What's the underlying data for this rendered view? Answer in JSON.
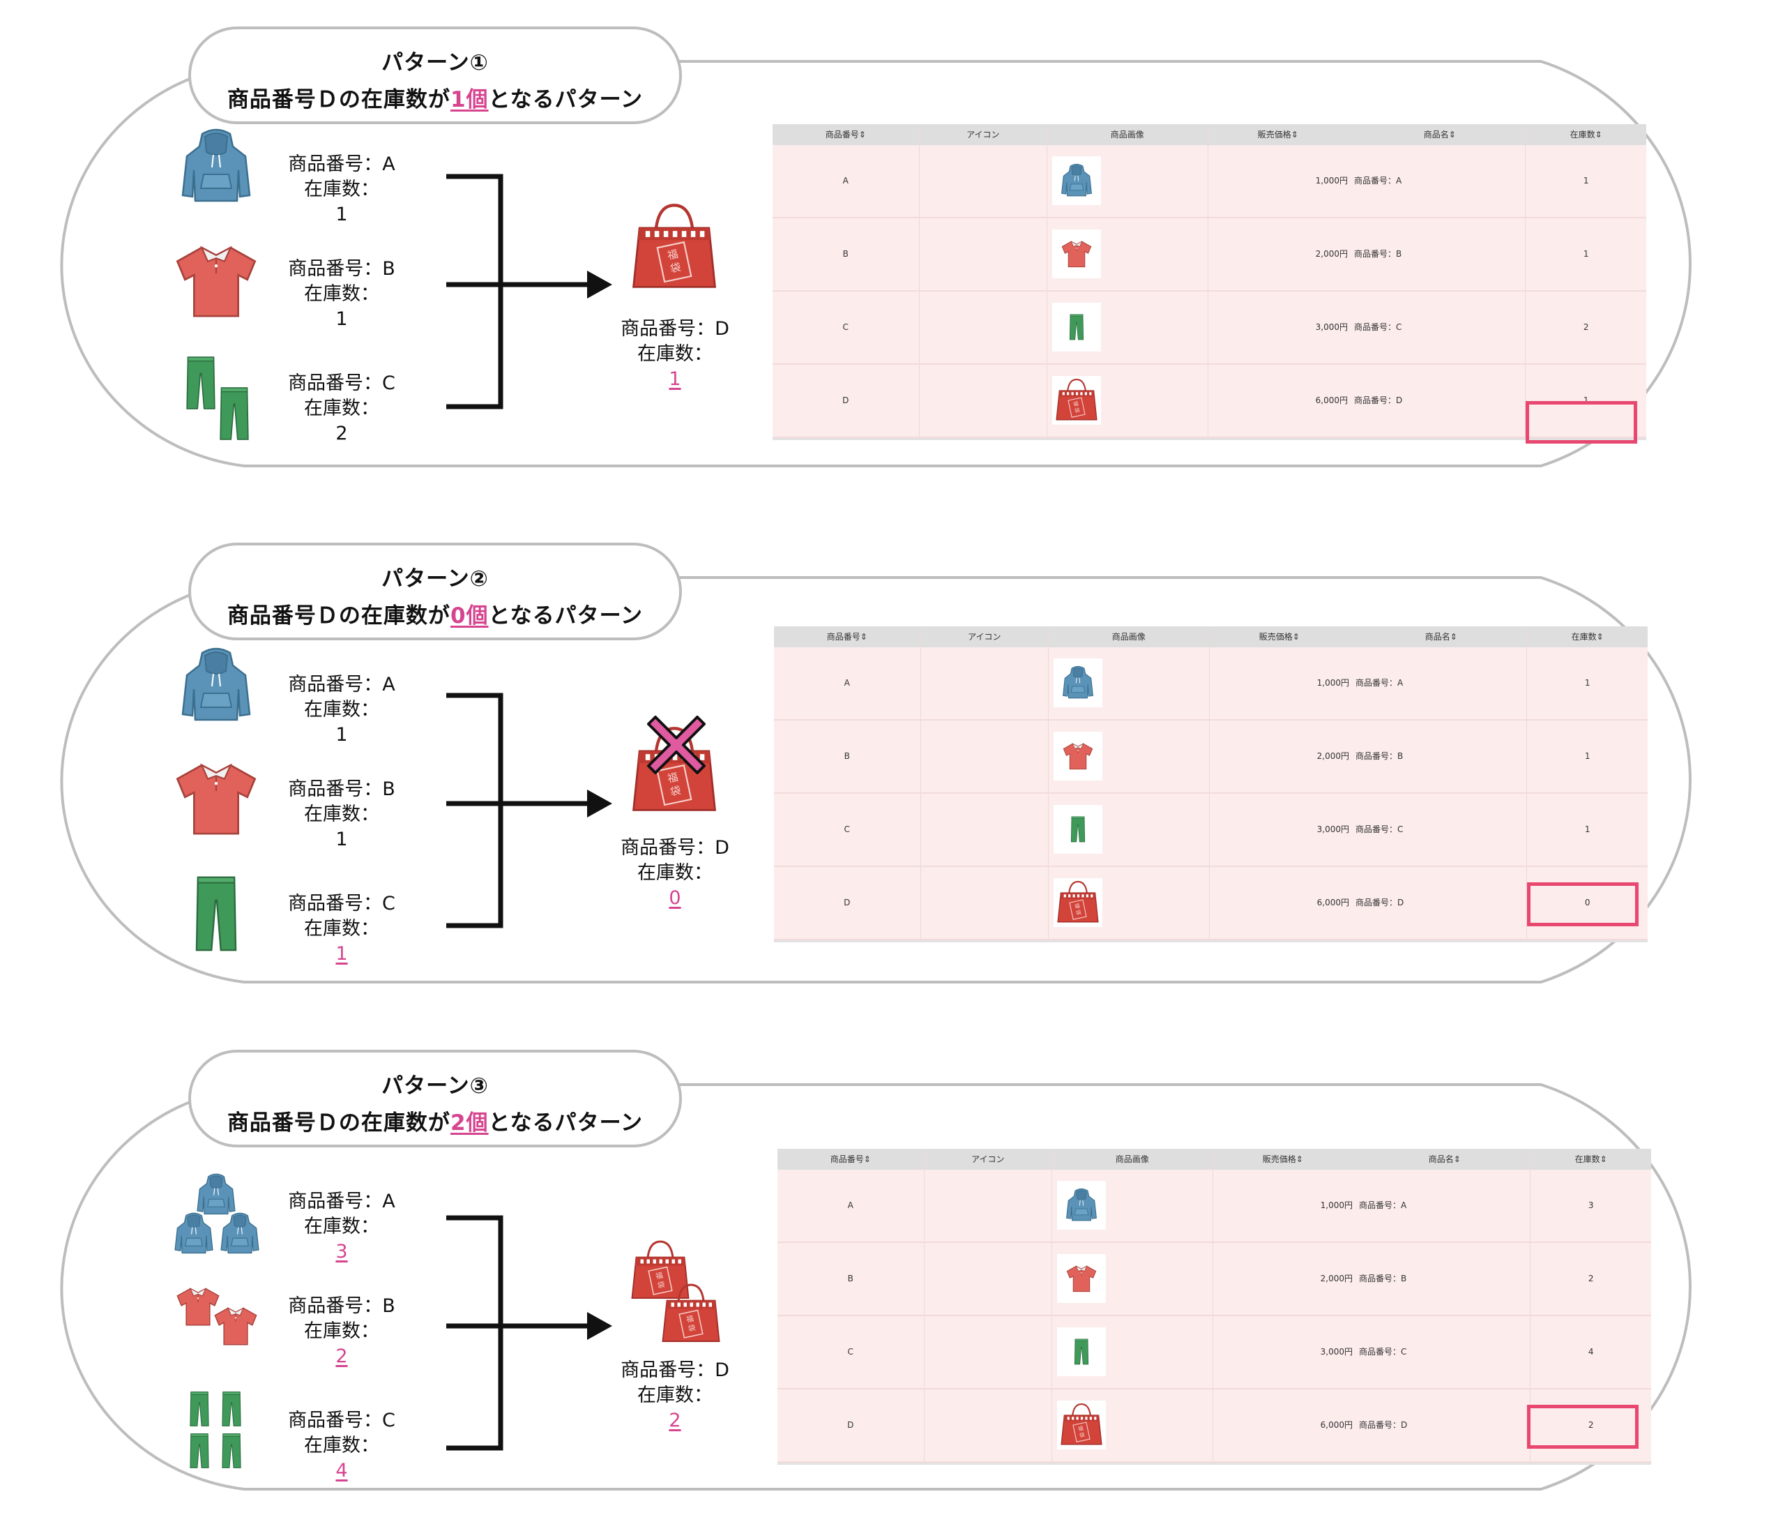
{
  "patterns": [
    {
      "title": "パターン①",
      "subtitle_pre": "商品番号Ｄの在庫数が",
      "subtitle_hl": "1個",
      "subtitle_post": "となるパターン",
      "items": [
        {
          "code": "商品番号：A",
          "stock_label": "在庫数：",
          "stock": "1",
          "highlight": false
        },
        {
          "code": "商品番号：B",
          "stock_label": "在庫数：",
          "stock": "1",
          "highlight": false
        },
        {
          "code": "商品番号：C",
          "stock_label": "在庫数：",
          "stock": "2",
          "highlight": false
        }
      ],
      "result": {
        "code": "商品番号：D",
        "stock_label": "在庫数：",
        "stock": "1"
      },
      "table_rows": [
        {
          "id": "A",
          "price": "1,000円",
          "name": "商品番号：A",
          "stock": "1"
        },
        {
          "id": "B",
          "price": "2,000円",
          "name": "商品番号：B",
          "stock": "1"
        },
        {
          "id": "C",
          "price": "3,000円",
          "name": "商品番号：C",
          "stock": "2"
        },
        {
          "id": "D",
          "price": "6,000円",
          "name": "商品番号：D",
          "stock": "1"
        }
      ]
    },
    {
      "title": "パターン②",
      "subtitle_pre": "商品番号Ｄの在庫数が",
      "subtitle_hl": "0個",
      "subtitle_post": "となるパターン",
      "items": [
        {
          "code": "商品番号：A",
          "stock_label": "在庫数：",
          "stock": "1",
          "highlight": false
        },
        {
          "code": "商品番号：B",
          "stock_label": "在庫数：",
          "stock": "1",
          "highlight": false
        },
        {
          "code": "商品番号：C",
          "stock_label": "在庫数：",
          "stock": "1",
          "highlight": true
        }
      ],
      "result": {
        "code": "商品番号：D",
        "stock_label": "在庫数：",
        "stock": "0"
      },
      "table_rows": [
        {
          "id": "A",
          "price": "1,000円",
          "name": "商品番号：A",
          "stock": "1"
        },
        {
          "id": "B",
          "price": "2,000円",
          "name": "商品番号：B",
          "stock": "1"
        },
        {
          "id": "C",
          "price": "3,000円",
          "name": "商品番号：C",
          "stock": "1"
        },
        {
          "id": "D",
          "price": "6,000円",
          "name": "商品番号：D",
          "stock": "0"
        }
      ]
    },
    {
      "title": "パターン③",
      "subtitle_pre": "商品番号Ｄの在庫数が",
      "subtitle_hl": "2個",
      "subtitle_post": "となるパターン",
      "items": [
        {
          "code": "商品番号：A",
          "stock_label": "在庫数：",
          "stock": "3",
          "highlight": true
        },
        {
          "code": "商品番号：B",
          "stock_label": "在庫数：",
          "stock": "2",
          "highlight": true
        },
        {
          "code": "商品番号：C",
          "stock_label": "在庫数：",
          "stock": "4",
          "highlight": true
        }
      ],
      "result": {
        "code": "商品番号：D",
        "stock_label": "在庫数：",
        "stock": "2"
      },
      "table_rows": [
        {
          "id": "A",
          "price": "1,000円",
          "name": "商品番号：A",
          "stock": "3"
        },
        {
          "id": "B",
          "price": "2,000円",
          "name": "商品番号：B",
          "stock": "2"
        },
        {
          "id": "C",
          "price": "3,000円",
          "name": "商品番号：C",
          "stock": "4"
        },
        {
          "id": "D",
          "price": "6,000円",
          "name": "商品番号：D",
          "stock": "2"
        }
      ]
    }
  ],
  "table_headers": [
    "商品番号⇕",
    "アイコン",
    "商品画像",
    "販売価格⇕",
    "商品名⇕",
    "在庫数⇕"
  ],
  "bag_label": "福袋",
  "colors": {
    "accent": "#d6448f",
    "highlight_box": "#e8476f",
    "hoodie": "#5b93b8",
    "shirt": "#e0625a",
    "pants": "#3f9a5a",
    "bag": "#d2433a"
  }
}
